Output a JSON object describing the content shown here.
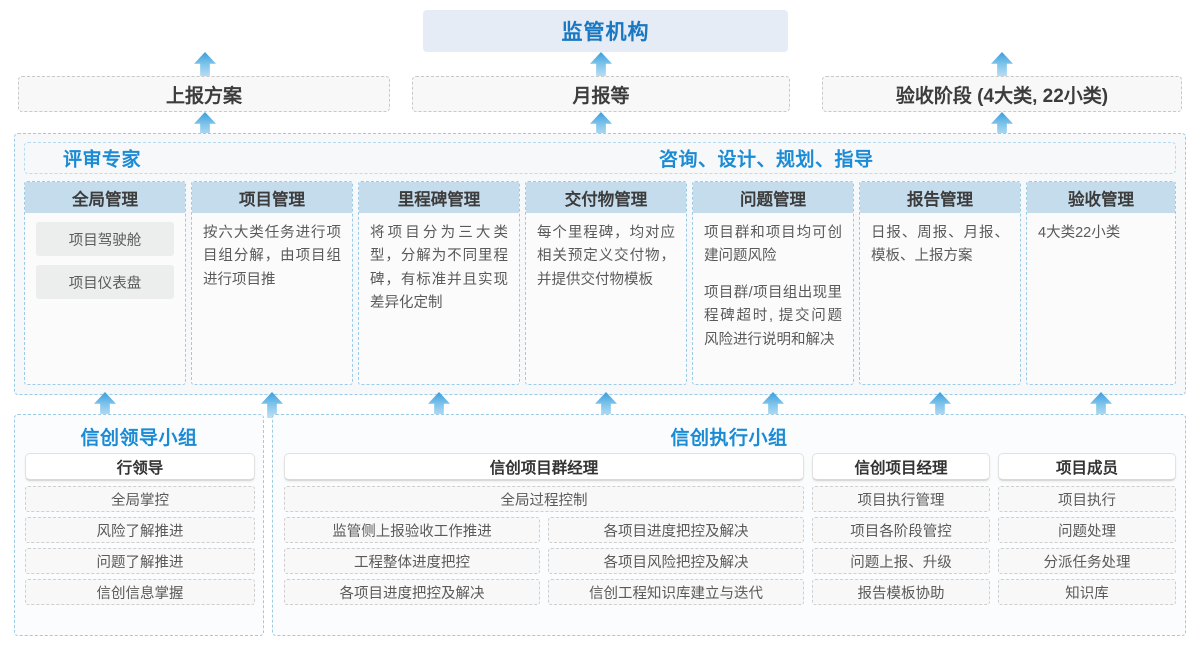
{
  "top": {
    "title": "监管机构"
  },
  "row2": {
    "boxes": [
      {
        "label": "上报方案"
      },
      {
        "label": "月报等"
      },
      {
        "label": "验收阶段 (4大类, 22小类)"
      }
    ]
  },
  "middle": {
    "header_left": "评审专家",
    "header_mid": "咨询、设计、规划、指导",
    "cards": [
      {
        "title": "全局管理",
        "pills": [
          "项目驾驶舱",
          "项目仪表盘"
        ],
        "paragraphs": []
      },
      {
        "title": "项目管理",
        "pills": [],
        "paragraphs": [
          "按六大类任务进行项目组分解，由项目组进行项目推"
        ]
      },
      {
        "title": "里程碑管理",
        "pills": [],
        "paragraphs": [
          "将项目分为三大类型，分解为不同里程碑，有标准并且实现差异化定制"
        ]
      },
      {
        "title": "交付物管理",
        "pills": [],
        "paragraphs": [
          "每个里程碑，均对应相关预定义交付物，并提供交付物模板"
        ]
      },
      {
        "title": "问题管理",
        "pills": [],
        "paragraphs": [
          "项目群和项目均可创建问题风险",
          "项目群/项目组出现里程碑超时, 提交问题风险进行说明和解决"
        ]
      },
      {
        "title": "报告管理",
        "pills": [],
        "paragraphs": [
          "日报、周报、月报、模板、上报方案"
        ]
      },
      {
        "title": "验收管理",
        "pills": [],
        "paragraphs": [
          "4大类22小类"
        ]
      }
    ]
  },
  "bottom": {
    "left_group": {
      "title": "信创领导小组",
      "column": {
        "head": "行领导",
        "items": [
          "全局掌控",
          "风险了解推进",
          "问题了解推进",
          "信创信息掌握"
        ]
      }
    },
    "right_group": {
      "title": "信创执行小组",
      "columns": [
        {
          "head": "信创项目群经理",
          "full_width_item": "全局过程控制",
          "left_items": [
            "监管侧上报验收工作推进",
            "工程整体进度把控",
            "各项目进度把控及解决"
          ],
          "right_items": [
            "各项目进度把控及解决",
            "各项目风险把控及解决",
            "信创工程知识库建立与迭代"
          ]
        },
        {
          "head": "信创项目经理",
          "items": [
            "项目执行管理",
            "项目各阶段管控",
            "问题上报、升级",
            "报告模板协助"
          ]
        },
        {
          "head": "项目成员",
          "items": [
            "项目执行",
            "问题处理",
            "分派任务处理",
            "知识库"
          ]
        }
      ]
    }
  },
  "colors": {
    "accent_blue": "#1a8bd4",
    "banner_bg": "#e6ecf6",
    "card_head_bg": "#c5dcec",
    "arrow_blue": "#3b9ddd"
  },
  "arrows": {
    "row2_to_top_count": 3,
    "row3_to_row2_count": 3,
    "row4_to_row3_count": 7
  }
}
